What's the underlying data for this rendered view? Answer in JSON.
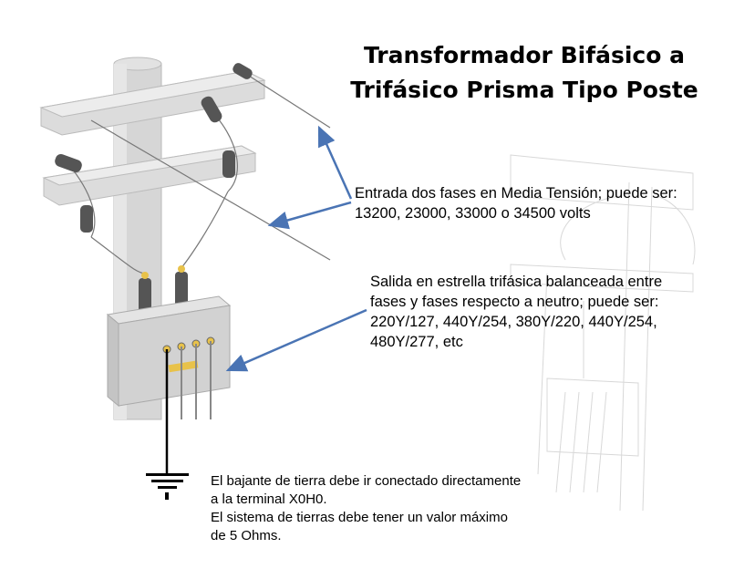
{
  "title": {
    "line1": "Transformador Bifásico a",
    "line2": "Trifásico Prisma Tipo Poste"
  },
  "input_note": {
    "line1": "Entrada dos fases en Media Tensión; puede ser:",
    "line2": "13200, 23000, 33000 o 34500 volts"
  },
  "output_note": {
    "line1": "Salida en estrella trifásica balanceada entre",
    "line2": "fases y fases respecto a neutro; puede ser:",
    "line3": "220Y/127, 440Y/254, 380Y/220, 440Y/254,",
    "line4": "480Y/277, etc"
  },
  "ground_note": {
    "line1": "El bajante de tierra debe ir conectado directamente",
    "line2": "a la terminal X0H0.",
    "line3": "El sistema de tierras debe tener un valor máximo",
    "line4": "de 5 Ohms."
  },
  "colors": {
    "arrow": "#4a74b4",
    "pole": "#d4d4d4",
    "insulator": "#555555",
    "terminal": "#e8c24a"
  }
}
